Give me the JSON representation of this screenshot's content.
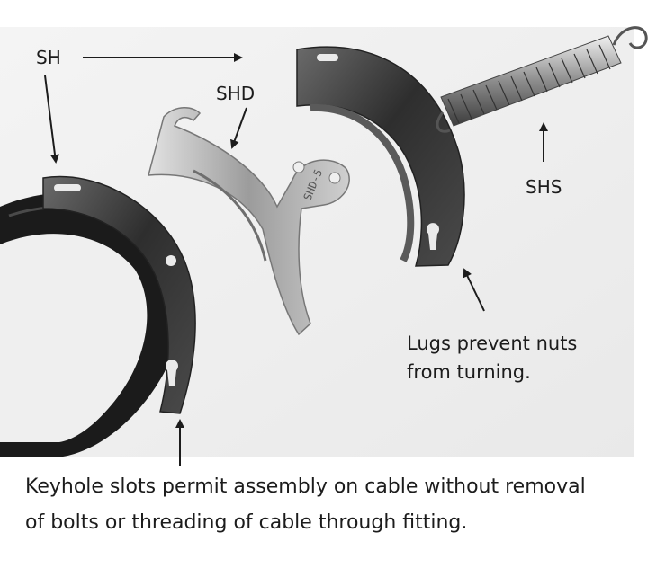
{
  "labels": {
    "sh": "SH",
    "shd": "SHD",
    "shs": "SHS",
    "lugs_line1": "Lugs prevent nuts",
    "lugs_line2": "from turning."
  },
  "caption": {
    "line1": "Keyhole slots permit assembly on cable without removal",
    "line2": "of bolts or threading of cable through fitting."
  },
  "casting_marking": "SHD-5",
  "icons": {
    "arrow": "arrow-icon"
  },
  "colors": {
    "background": "#ffffff",
    "photo_background": "#efefef",
    "text": "#1c1c1c",
    "cable": "#1b1b1b",
    "steel_dark": "#3a3a3a",
    "steel_light": "#bdbdbd"
  }
}
